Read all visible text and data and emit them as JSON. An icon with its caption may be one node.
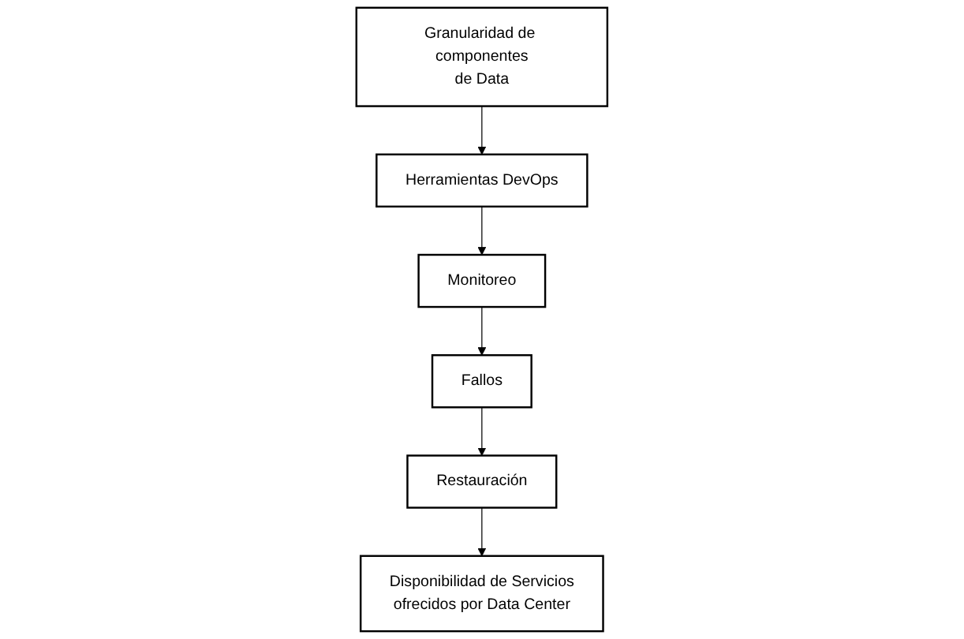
{
  "diagram": {
    "nodes": [
      {
        "text": [
          "Granularidad de componentes de Data"
        ]
      },
      {
        "text": [
          "Herramientas DevOps"
        ]
      },
      {
        "text": [
          "Monitoreo"
        ]
      },
      {
        "text": [
          "Fallos"
        ]
      },
      {
        "text": [
          "Restauración"
        ]
      },
      {
        "text": [
          "Disponibilidad de Servicios ofrecidos por Data Center"
        ]
      }
    ],
    "edges": [
      {
        "from": 0,
        "to": 1,
        "arrow": "to"
      },
      {
        "from": 1,
        "to": 2,
        "arrow": "to"
      },
      {
        "from": 2,
        "to": 3,
        "arrow": "to"
      },
      {
        "from": 3,
        "to": 4,
        "arrow": "to"
      },
      {
        "from": 4,
        "to": 5,
        "arrow": "to"
      }
    ]
  }
}
